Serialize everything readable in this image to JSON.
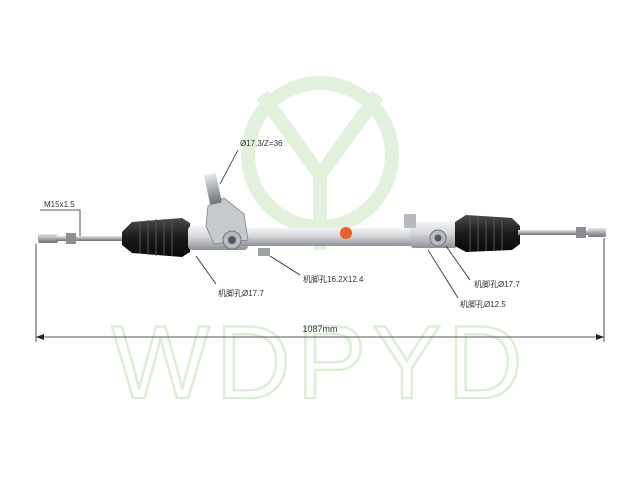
{
  "watermark": {
    "text": "WDPYD",
    "color": "#cfe8c6"
  },
  "labels": {
    "pinion": "Ø17.3/Z=36",
    "thread": "M15x1.5",
    "mount_left": "机脚孔Ø17.7",
    "mount_center": "机脚孔16.2X12.4",
    "mount_right_top": "机脚孔Ø17.7",
    "mount_right_bottom": "机脚孔Ø12.5"
  },
  "dimension": {
    "overall_length": "1087mm"
  },
  "colors": {
    "boot": "#1c1c1c",
    "housing": "#c9ccd0",
    "tube": "#d9dbdd",
    "rod": "#9a9ea3",
    "accent": "#e8602a"
  }
}
